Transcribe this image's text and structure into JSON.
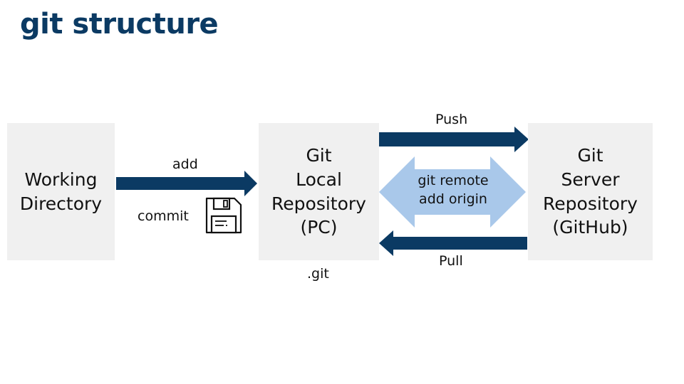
{
  "title": "git structure",
  "boxes": {
    "working": [
      "Working",
      "Directory"
    ],
    "local": [
      "Git",
      "Local",
      "Repository",
      "(PC)"
    ],
    "server": [
      "Git",
      "Server",
      "Repository",
      "(GitHub)"
    ]
  },
  "labels": {
    "add": "add",
    "commit": "commit",
    "push": "Push",
    "pull": "Pull",
    "git_dir": ".git",
    "remote": [
      "git remote",
      "add origin"
    ]
  },
  "colors": {
    "title": "#0b3a63",
    "arrow": "#0b3a63",
    "double_arrow": "#a9c8ea",
    "box": "#f0f0f0"
  },
  "icons": {
    "commit": "floppy-disk-icon"
  }
}
